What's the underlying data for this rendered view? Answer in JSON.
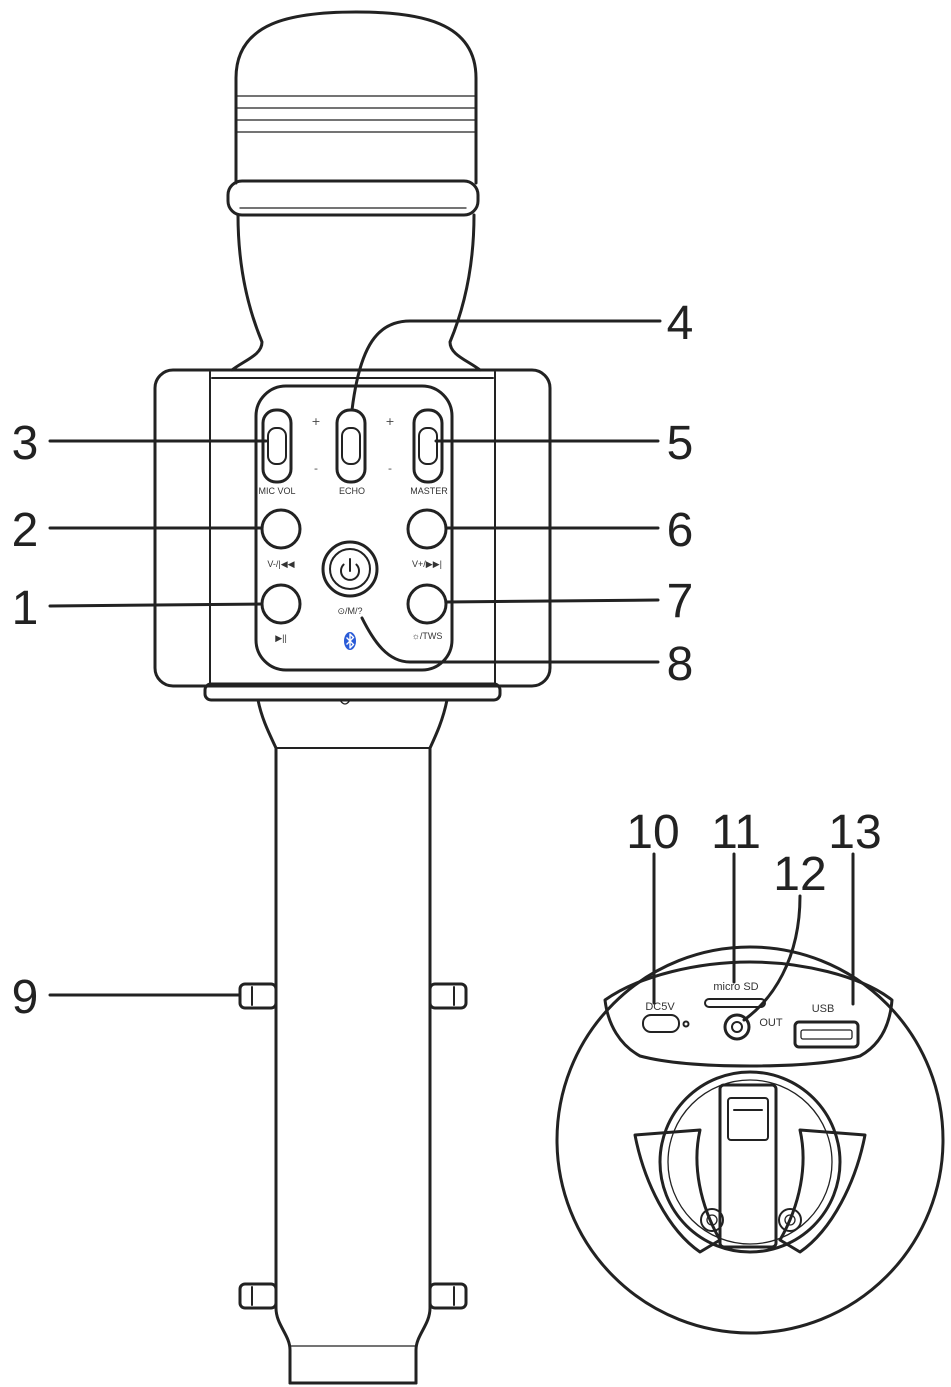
{
  "colors": {
    "line": "#222222",
    "bluetooth": "#2a5bd7"
  },
  "callouts": [
    "1",
    "2",
    "3",
    "4",
    "5",
    "6",
    "7",
    "8",
    "9",
    "10",
    "11",
    "12",
    "13"
  ],
  "panel": {
    "plus": "+",
    "minus": "-",
    "mic_vol": "MIC VOL",
    "echo": "ECHO",
    "master": "MASTER",
    "prev": "V-/|◀◀",
    "next": "V+/▶▶|",
    "play_pause": "▶||",
    "light_tws": "☼/TWS",
    "mode": "⊙/M/?"
  },
  "bottom": {
    "dc": "DC5V",
    "sd": "micro SD",
    "out": "OUT",
    "usb": "USB"
  },
  "icons": {
    "power": "power-icon",
    "bluetooth": "bluetooth-icon"
  }
}
